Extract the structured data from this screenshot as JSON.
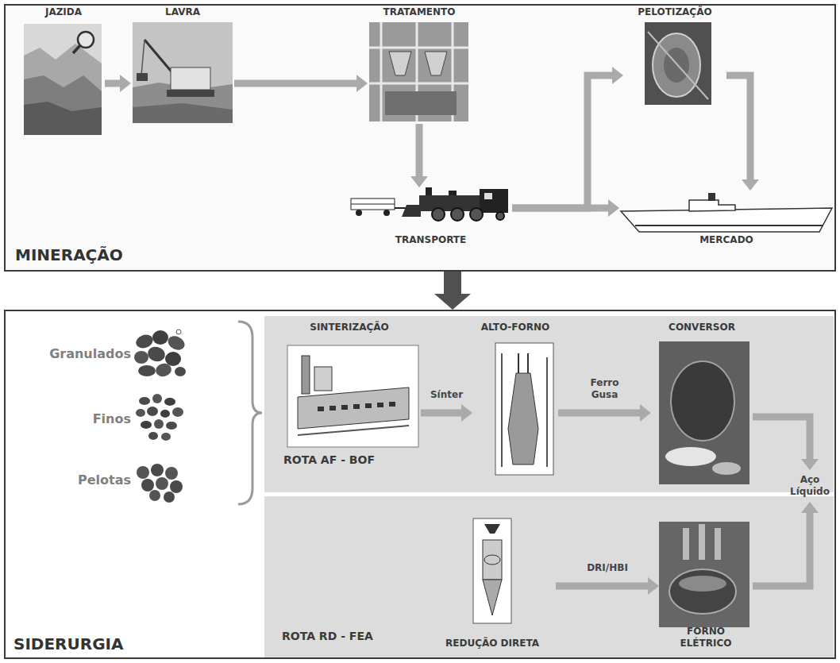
{
  "diagram": {
    "nodes": [
      {
        "text": [
          "MINERAÇÃO"
        ]
      },
      {
        "text": [
          "JAZIDA"
        ],
        "in": 0
      },
      {
        "text": [
          "LAVRA"
        ],
        "in": 0
      },
      {
        "text": [
          "TRATAMENTO"
        ],
        "in": 0
      },
      {
        "text": [
          "PELOTIZAÇÃO"
        ],
        "in": 0
      },
      {
        "text": [
          "TRANSPORTE"
        ],
        "in": 0
      },
      {
        "text": [
          "MERCADO"
        ],
        "in": 0
      },
      {
        "text": [
          "SIDERURGIA"
        ]
      },
      {
        "text": [
          "Granulados"
        ],
        "in": 7
      },
      {
        "text": [
          "Finos"
        ],
        "in": 7
      },
      {
        "text": [
          "Pelotas"
        ],
        "in": 7
      },
      {
        "text": [
          "ROTA AF - BOF"
        ],
        "in": 7
      },
      {
        "text": [
          "SINTERIZAÇÃO"
        ],
        "in": 11
      },
      {
        "text": [
          "ALTO-FORNO"
        ],
        "in": 11
      },
      {
        "text": [
          "CONVERSOR"
        ],
        "in": 11
      },
      {
        "text": [
          "ROTA RD - FEA"
        ],
        "in": 7
      },
      {
        "text": [
          "REDUÇÃO DIRETA"
        ],
        "in": 15
      },
      {
        "text": [
          "FORNO ELÉTRICO"
        ],
        "in": 15
      },
      {
        "text": [
          "Aço Líquido"
        ],
        "in": 7
      }
    ],
    "edges": [
      {
        "from": 1,
        "to": 2,
        "arrow": "to"
      },
      {
        "from": 2,
        "to": 3,
        "arrow": "to"
      },
      {
        "from": 3,
        "to": 5,
        "arrow": "to"
      },
      {
        "from": 5,
        "to": 4,
        "arrow": "to"
      },
      {
        "from": 5,
        "to": 6,
        "arrow": "to"
      },
      {
        "from": 4,
        "to": 6,
        "arrow": "to"
      },
      {
        "from": 0,
        "to": 7,
        "arrow": "to"
      },
      {
        "from": 12,
        "to": 13,
        "label": "Sínter",
        "arrow": "to"
      },
      {
        "from": 13,
        "to": 14,
        "label": "Ferro Gusa",
        "arrow": "to"
      },
      {
        "from": 16,
        "to": 17,
        "label": "DRI/HBI",
        "arrow": "to"
      },
      {
        "from": 14,
        "to": 18,
        "arrow": "to"
      },
      {
        "from": 17,
        "to": 18,
        "arrow": "to"
      }
    ]
  }
}
